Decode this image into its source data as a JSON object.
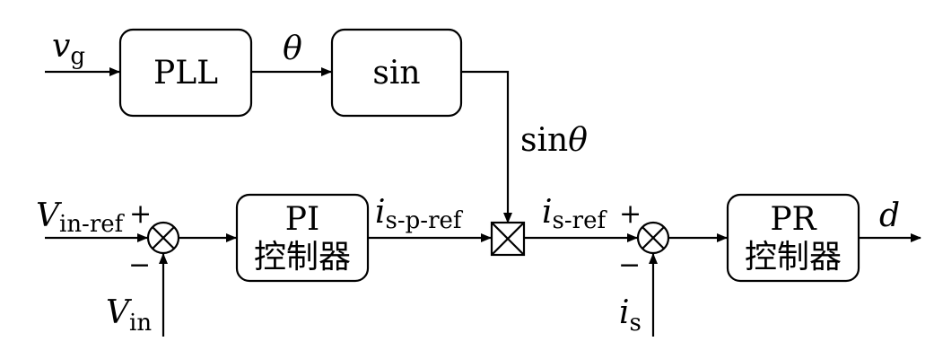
{
  "blocks": {
    "pll": "PLL",
    "sin": "sin",
    "pi": {
      "line1": "PI",
      "line2": "控制器"
    },
    "pr": {
      "line1": "PR",
      "line2": "控制器"
    }
  },
  "signals": {
    "vg": {
      "main": "v",
      "sub": "g"
    },
    "theta": "θ",
    "sin_theta": {
      "main": "sin",
      "var": "θ"
    },
    "vin_ref": {
      "main": "V",
      "sub": "in-ref"
    },
    "vin": {
      "main": "V",
      "sub": "in"
    },
    "is_p_ref": {
      "main": "i",
      "sub": "s-p-ref"
    },
    "is_ref": {
      "main": "i",
      "sub": "s-ref"
    },
    "is": {
      "main": "i",
      "sub": "s"
    },
    "d": "d"
  },
  "signs": {
    "sum1_plus": "+",
    "sum1_minus": "−",
    "sum2_plus": "+",
    "sum2_minus": "−"
  }
}
